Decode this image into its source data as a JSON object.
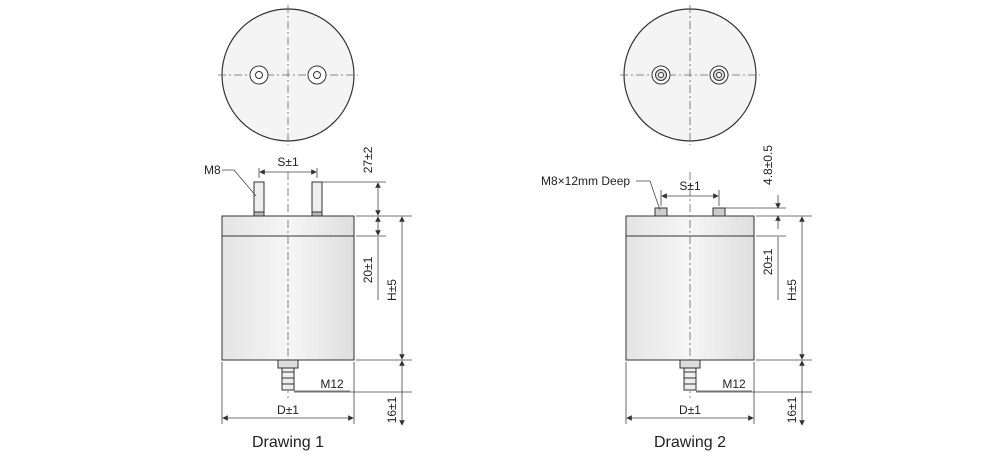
{
  "drawings": [
    {
      "caption": "Drawing 1",
      "terminal_label": "M8",
      "terminal_spacing": "S±1",
      "terminal_height": "27±2",
      "sleeve_height": "20±1",
      "total_height": "H±5",
      "bottom_stud": "M12",
      "diameter": "D±1",
      "stud_length": "16±1"
    },
    {
      "caption": "Drawing 2",
      "terminal_label": "M8×12mm Deep",
      "terminal_spacing": "S±1",
      "terminal_height": "4.8±0.5",
      "sleeve_height": "20±1",
      "total_height": "H±5",
      "bottom_stud": "M12",
      "diameter": "D±1",
      "stud_length": "16±1"
    }
  ]
}
